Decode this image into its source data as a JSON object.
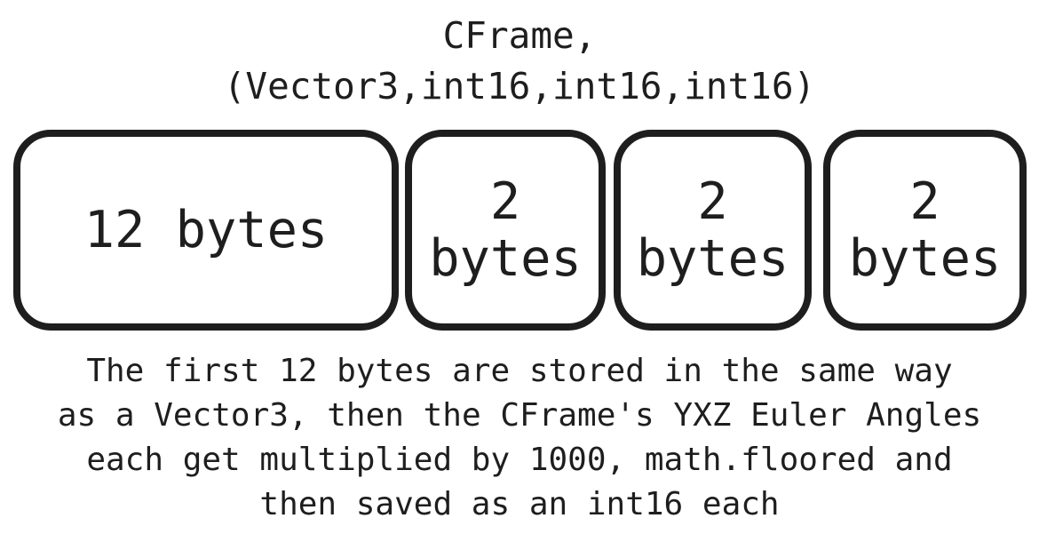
{
  "title": {
    "line1": "CFrame,",
    "line2": "(Vector3,int16,int16,int16)"
  },
  "boxes": [
    {
      "size": "12 bytes"
    },
    {
      "number": "2",
      "unit": "bytes"
    },
    {
      "number": "2",
      "unit": "bytes"
    },
    {
      "number": "2",
      "unit": "bytes"
    }
  ],
  "description": [
    "The first 12 bytes are stored in the same way",
    "as a Vector3, then the CFrame's YXZ Euler Angles",
    "each get multiplied by 1000, math.floored and",
    "then saved as an int16 each"
  ]
}
